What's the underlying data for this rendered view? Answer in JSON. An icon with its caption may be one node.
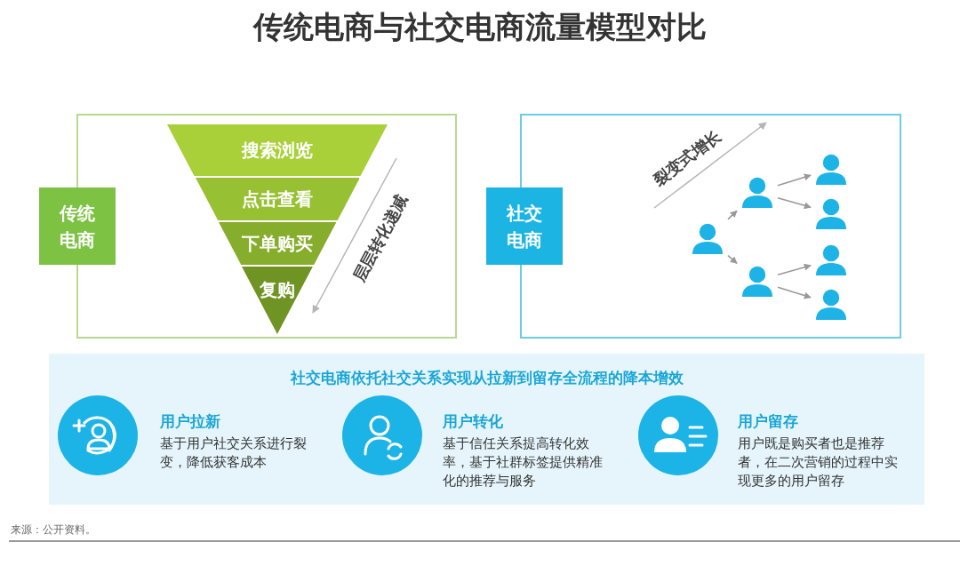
{
  "diagram": {
    "title": "传统电商与社交电商流量模型对比",
    "nodes": [
      {
        "text": [
          "传统电商"
        ]
      },
      {
        "text": [
          "搜索浏览"
        ]
      },
      {
        "text": [
          "点击查看"
        ]
      },
      {
        "text": [
          "下单购买"
        ]
      },
      {
        "text": [
          "复购"
        ]
      },
      {
        "text": [
          "社交电商"
        ]
      },
      {
        "text": [],
        "shape": "person"
      },
      {
        "text": [],
        "shape": "person"
      },
      {
        "text": [],
        "shape": "person"
      },
      {
        "text": [],
        "shape": "person"
      },
      {
        "text": [],
        "shape": "person"
      },
      {
        "text": [],
        "shape": "person"
      },
      {
        "text": [],
        "shape": "person"
      },
      {
        "text": [
          "社交电商依托社交关系实现从拉新到留存全流程的降本增效"
        ]
      }
    ],
    "edges": [
      {
        "from": 6,
        "to": 7,
        "arrow": "to"
      },
      {
        "from": 6,
        "to": 8,
        "arrow": "to"
      },
      {
        "from": 7,
        "to": 9,
        "arrow": "to"
      },
      {
        "from": 7,
        "to": 10,
        "arrow": "to"
      },
      {
        "from": 8,
        "to": 11,
        "arrow": "to"
      },
      {
        "from": 8,
        "to": 12,
        "arrow": "to"
      }
    ],
    "labels": [
      "层层转化递减",
      "裂变式增长",
      "用户拉新",
      "基于用户社交关系进行裂变，降低获客成本",
      "用户转化",
      "基于信任关系提高转化效率，基于社群标签提供精准化的推荐与服务",
      "用户留存",
      "用户既是购买者也是推荐者，在二次营销的过程中实现更多的用户留存",
      "来源：公开资料。"
    ]
  }
}
